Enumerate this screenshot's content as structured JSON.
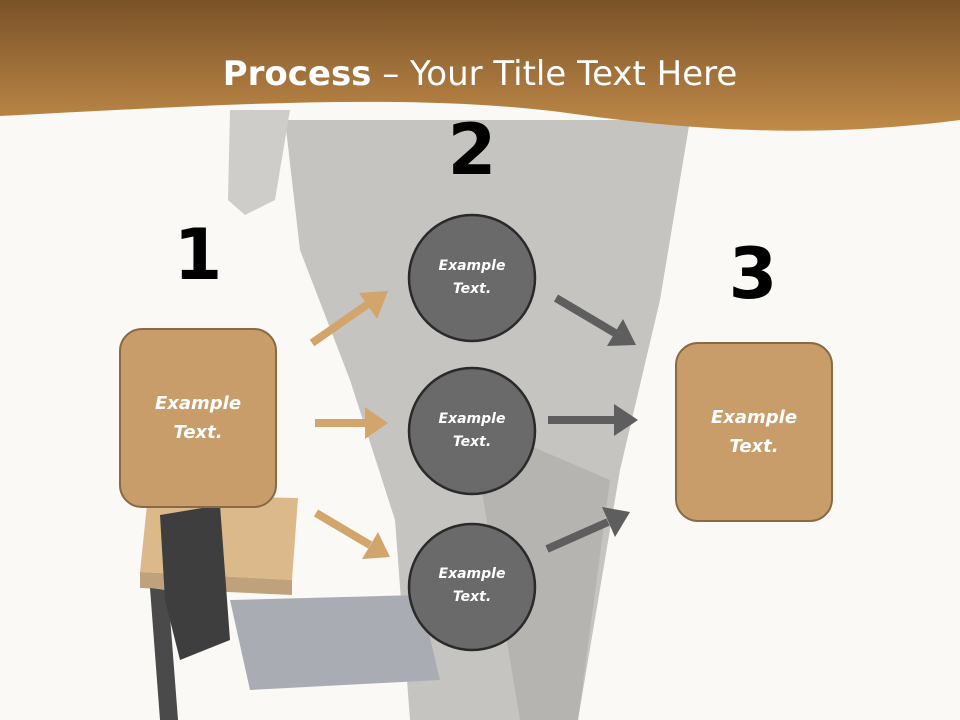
{
  "title": {
    "bold": "Process",
    "rest": " – Your Title Text Here"
  },
  "steps": [
    {
      "number": "1",
      "text": [
        "Example",
        "Text."
      ]
    },
    {
      "number": "2",
      "text": [
        "Example",
        "Text."
      ]
    },
    {
      "number": "3",
      "text": [
        "Example",
        "Text."
      ]
    }
  ],
  "circles": [
    {
      "text": [
        "Example",
        "Text."
      ]
    },
    {
      "text": [
        "Example",
        "Text."
      ]
    },
    {
      "text": [
        "Example",
        "Text."
      ]
    }
  ],
  "colors": {
    "header_dark": "#7a5228",
    "header_light": "#c08a48",
    "box_fill": "#c89d6a",
    "box_border": "#8a6a45",
    "circle_fill": "#6a6a6a",
    "circle_border": "#2a2a2a",
    "arrow_tan": "#d1a56c",
    "arrow_gray": "#5e5e5e"
  }
}
